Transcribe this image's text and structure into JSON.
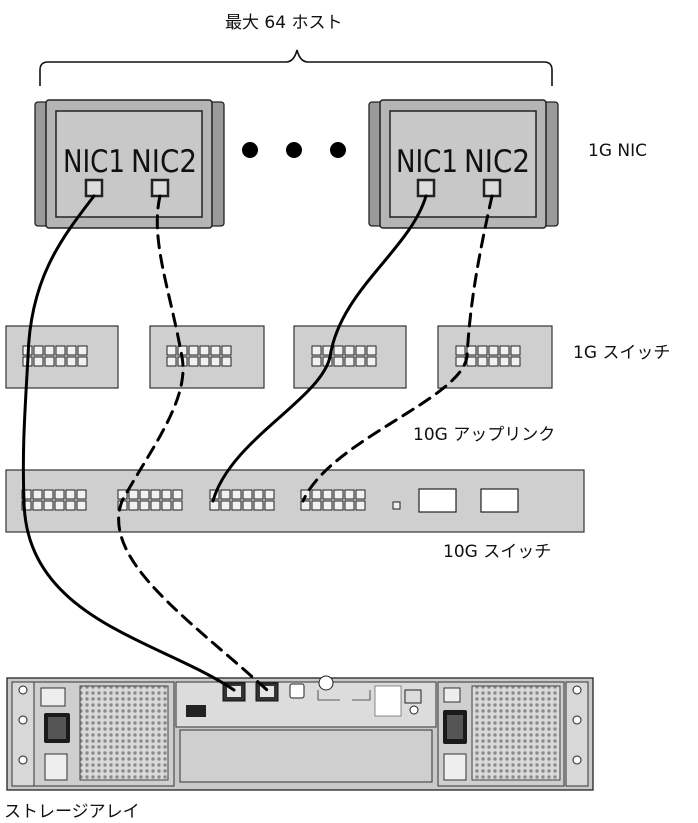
{
  "labels": {
    "max_hosts": "最大 64 ホスト",
    "nic_type": "1G NIC",
    "switch_1g": "1G スイッチ",
    "uplink": "10G アップリンク",
    "switch_10g": "10G スイッチ",
    "storage_array": "ストレージアレイ"
  },
  "hosts": [
    {
      "nic1": "NIC1",
      "nic2": "NIC2"
    },
    {
      "nic1": "NIC1",
      "nic2": "NIC2"
    }
  ]
}
